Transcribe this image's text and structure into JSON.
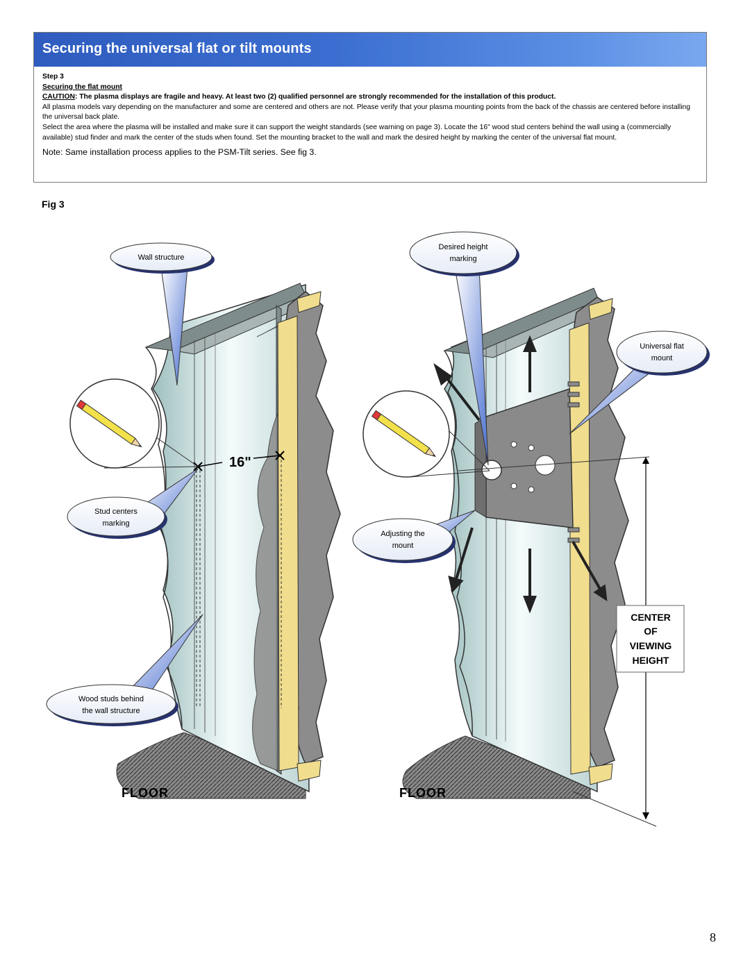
{
  "header": {
    "title": "Securing the universal flat or tilt mounts"
  },
  "step": {
    "label": "Step 3",
    "subtitle": "Securing the flat mount",
    "caution_label": "CAUTION",
    "caution_text": ": The plasma displays are fragile and heavy. At least two (2) qualified personnel are strongly recommended for the installation of this product.",
    "para1": "All plasma models vary depending on the manufacturer and some are centered and others are not. Please verify that your plasma mounting points from the back of the chassis are centered before installing the universal back plate.",
    "para2": "Select the area where the plasma will be installed and make sure it can support the weight standards (see warning on page 3). Locate the 16\" wood stud centers behind the wall using a (commercially available) stud finder and mark the center of the studs when found. Set the mounting bracket to the wall and mark the desired height by marking the center of the universal flat mount.",
    "note_label": "Note:",
    "note_text": " Same installation process applies to the PSM-Tilt series. See fig 3."
  },
  "figure": {
    "label": "Fig 3",
    "callouts": {
      "wall_structure": "Wall structure",
      "stud_centers_1": "Stud centers",
      "stud_centers_2": "marking",
      "wood_studs_1": "Wood studs behind",
      "wood_studs_2": "the wall structure",
      "desired_height_1": "Desired height",
      "desired_height_2": "marking",
      "universal_flat_1": "Universal flat",
      "universal_flat_2": "mount",
      "adjusting_1": "Adjusting the",
      "adjusting_2": "mount"
    },
    "dimension": "16\"",
    "floor_left": "FLOOR",
    "floor_right": "FLOOR",
    "center_box": [
      "CENTER",
      "OF",
      "VIEWING",
      "HEIGHT"
    ]
  },
  "page_number": "8"
}
